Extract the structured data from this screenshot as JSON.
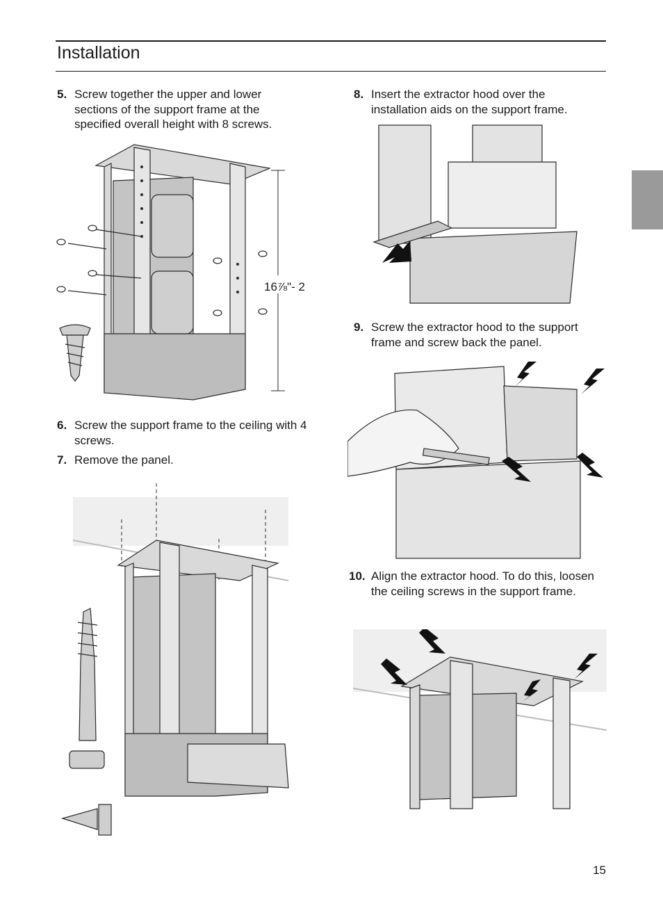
{
  "header": {
    "title": "Installation"
  },
  "steps": {
    "s5": {
      "num": "5.",
      "text": "Screw together the upper and lower sections of the support frame at the specified overall height with 8 screws."
    },
    "s6": {
      "num": "6.",
      "text": "Screw the support frame to the ceiling with 4 screws."
    },
    "s7": {
      "num": "7.",
      "text": "Remove the panel."
    },
    "s8": {
      "num": "8.",
      "text": "Insert the extractor hood over the installation aids on the support frame."
    },
    "s9": {
      "num": "9.",
      "text": "Screw the extractor hood to the support frame and screw back the panel."
    },
    "s10": {
      "num": "10.",
      "text": "Align the extractor hood. To do this, loosen the ceiling screws in the support frame."
    }
  },
  "figures": {
    "fig1": {
      "dimension_label": "16⅞\"- 2"
    }
  },
  "footer": {
    "page_number": "15"
  },
  "colors": {
    "frame": "#d9d9d9",
    "frame_dark": "#a8a8a8",
    "outline": "#2a2a2a",
    "arrow": "#111111",
    "tab": "#9a9a9a"
  }
}
